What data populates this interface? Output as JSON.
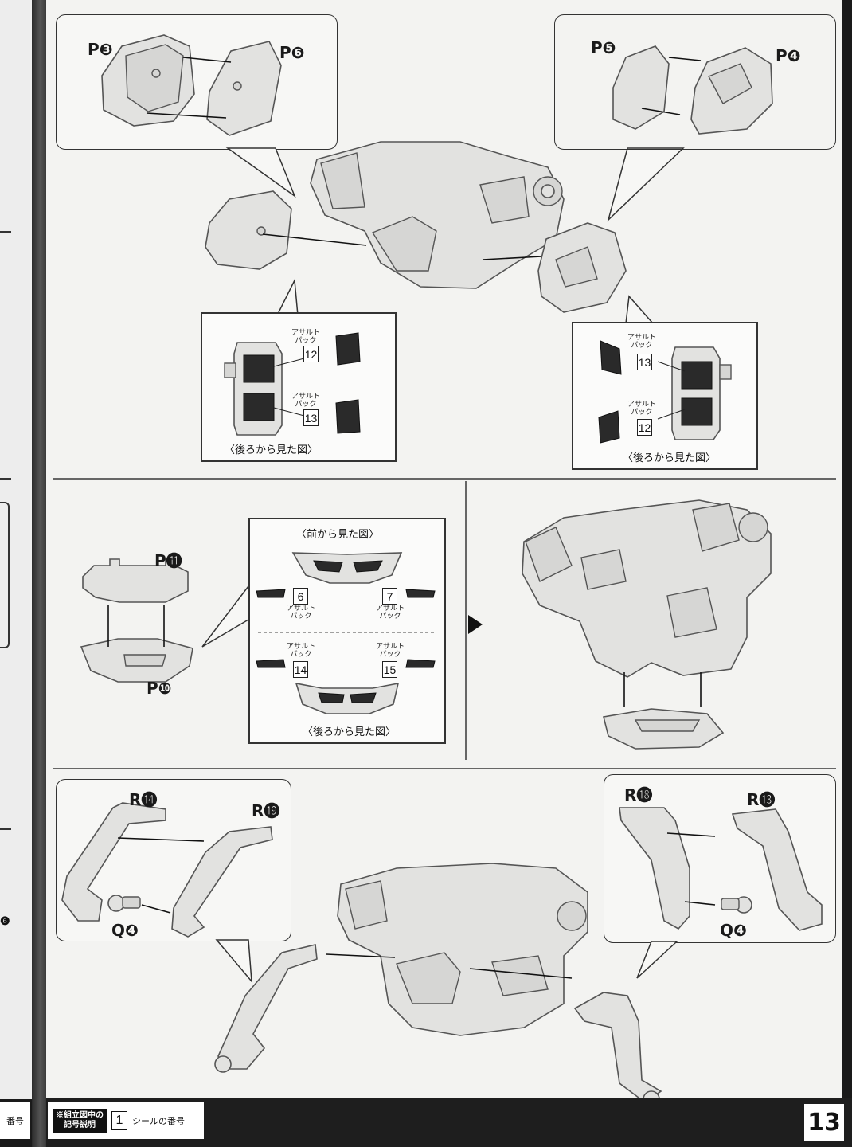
{
  "page_number": "13",
  "legend": {
    "tag_line1": "※組立図中の",
    "tag_line2": "記号説明",
    "sample_number": "1",
    "description": "シールの番号"
  },
  "prev_page": {
    "footer_fragment": "番号",
    "cut_number": "❻"
  },
  "step1": {
    "left_callout": {
      "part_a": "P❸",
      "part_b": "P❻"
    },
    "right_callout": {
      "part_a": "P❺",
      "part_b": "P❹"
    },
    "left_sticker_box": {
      "sticker_top_label": "アサルト\nパック",
      "sticker_top_num": "12",
      "sticker_bottom_label": "アサルト\nパック",
      "sticker_bottom_num": "13",
      "caption": "〈後ろから見た図〉"
    },
    "right_sticker_box": {
      "sticker_top_label": "アサルト\nパック",
      "sticker_top_num": "13",
      "sticker_bottom_label": "アサルト\nパック",
      "sticker_bottom_num": "12",
      "caption": "〈後ろから見た図〉"
    }
  },
  "step2": {
    "part_top": "P⓫",
    "part_bottom": "P❿",
    "box": {
      "caption_front": "〈前から見た図〉",
      "caption_back": "〈後ろから見た図〉",
      "stickers": [
        {
          "num": "6",
          "label": "アサルト\nパック"
        },
        {
          "num": "7",
          "label": "アサルト\nパック"
        },
        {
          "num": "14",
          "label": "アサルト\nパック"
        },
        {
          "num": "15",
          "label": "アサルト\nパック"
        }
      ]
    }
  },
  "step3": {
    "left_callout": {
      "part_a": "R⓮",
      "part_b": "R⓳",
      "part_c": "Q❹"
    },
    "right_callout": {
      "part_a": "R⓲",
      "part_b": "R⓭",
      "part_c": "Q❹"
    }
  }
}
